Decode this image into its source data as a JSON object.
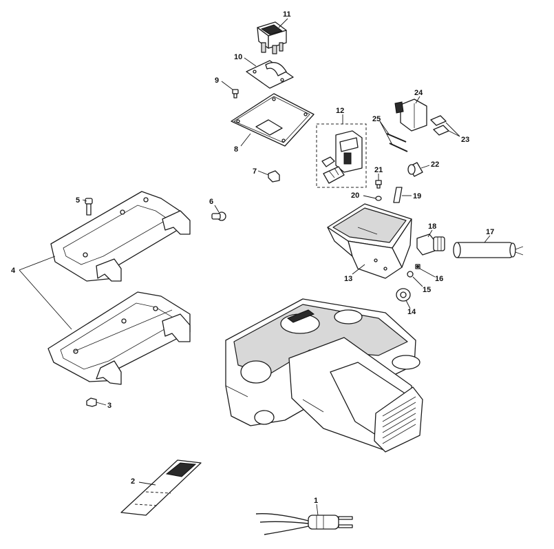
{
  "callouts": {
    "p1": "1",
    "p2": "2",
    "p3": "3",
    "p4": "4",
    "p5": "5",
    "p6": "6",
    "p7": "7",
    "p8": "8",
    "p9": "9",
    "p10": "10",
    "p11": "11",
    "p12": "12",
    "p13": "13",
    "p14": "14",
    "p15": "15",
    "p16": "16",
    "p17": "17",
    "p18": "18",
    "p19": "19",
    "p20": "20",
    "p21": "21",
    "p22": "22",
    "p23": "23",
    "p24": "24",
    "p25": "25"
  },
  "colors": {
    "line": "#1a1a1a",
    "background": "#ffffff",
    "shade": "#d8d8d8"
  }
}
